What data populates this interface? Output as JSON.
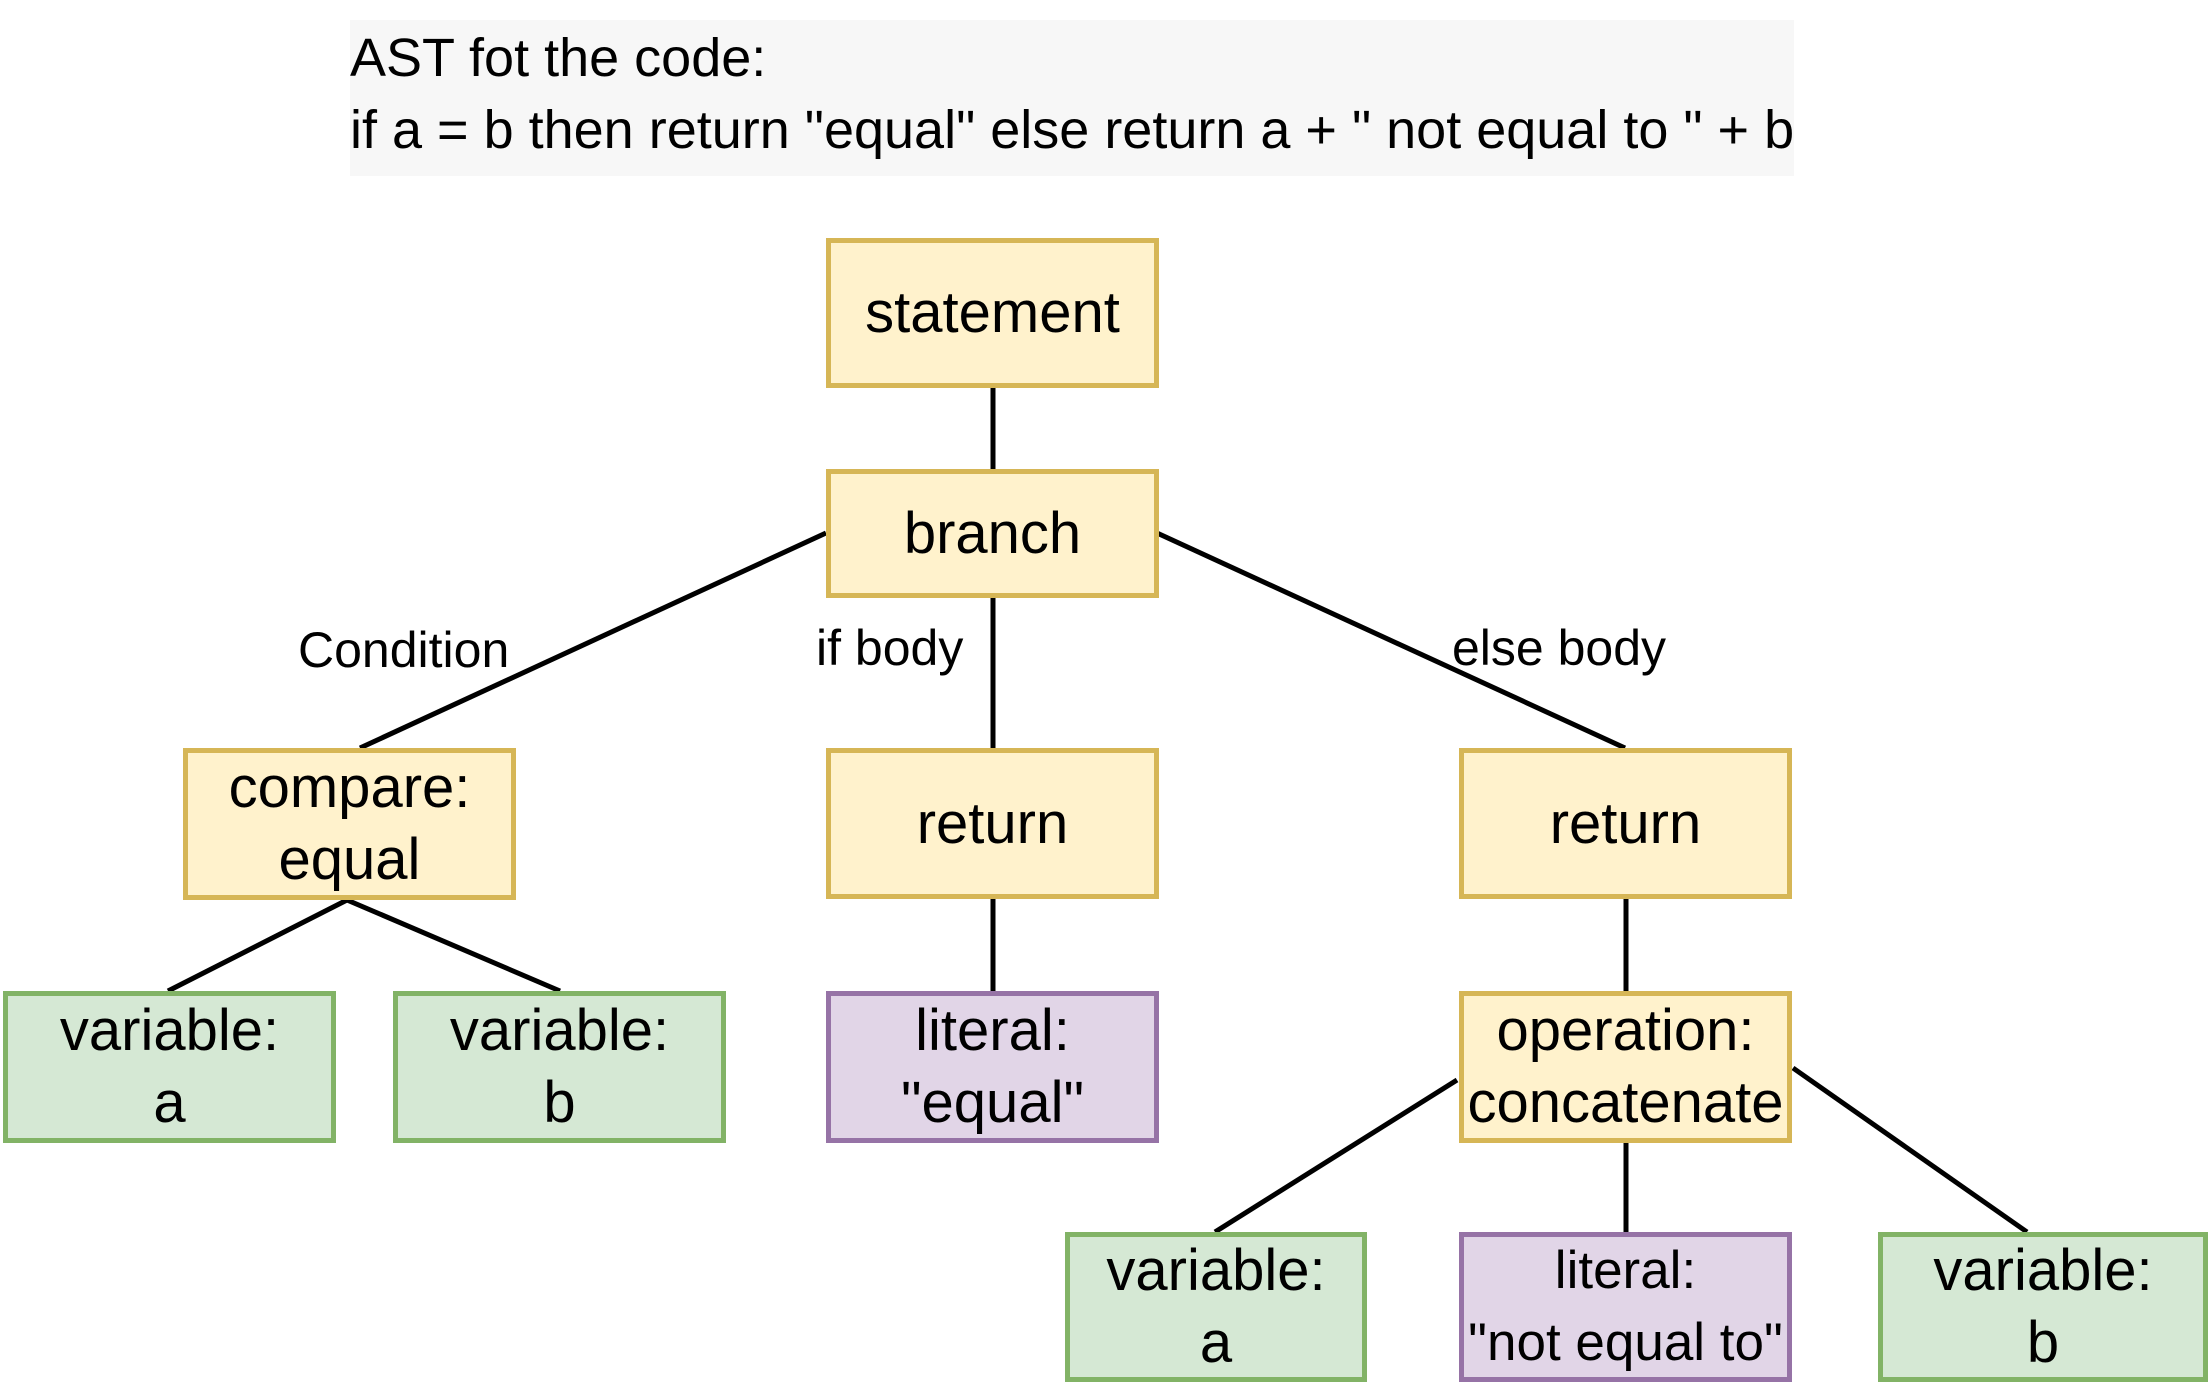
{
  "title": {
    "line1": "AST fot the code:",
    "line2": "if a = b then return \"equal\" else return a + \" not equal to \" + b"
  },
  "nodes": {
    "statement": {
      "label": "statement"
    },
    "branch": {
      "label": "branch"
    },
    "compare": {
      "line1": "compare:",
      "line2": "equal"
    },
    "return_if": {
      "label": "return"
    },
    "return_else": {
      "label": "return"
    },
    "var_a_left": {
      "line1": "variable:",
      "line2": "a"
    },
    "var_b_left": {
      "line1": "variable:",
      "line2": "b"
    },
    "literal_equal": {
      "line1": "literal:",
      "line2": "\"equal\""
    },
    "operation": {
      "line1": "operation:",
      "line2": "concatenate"
    },
    "var_a_right": {
      "line1": "variable:",
      "line2": "a"
    },
    "literal_not_equal": {
      "line1": "literal:",
      "line2": "\"not equal to\""
    },
    "var_b_right": {
      "line1": "variable:",
      "line2": "b"
    }
  },
  "edge_labels": {
    "condition": "Condition",
    "if_body": "if body",
    "else_body": "else body"
  },
  "colors": {
    "control_node_fill": "#fff2cc",
    "control_node_border": "#d6b656",
    "variable_node_fill": "#d5e8d4",
    "variable_node_border": "#82b366",
    "literal_node_fill": "#e1d5e7",
    "literal_node_border": "#9673a6"
  }
}
